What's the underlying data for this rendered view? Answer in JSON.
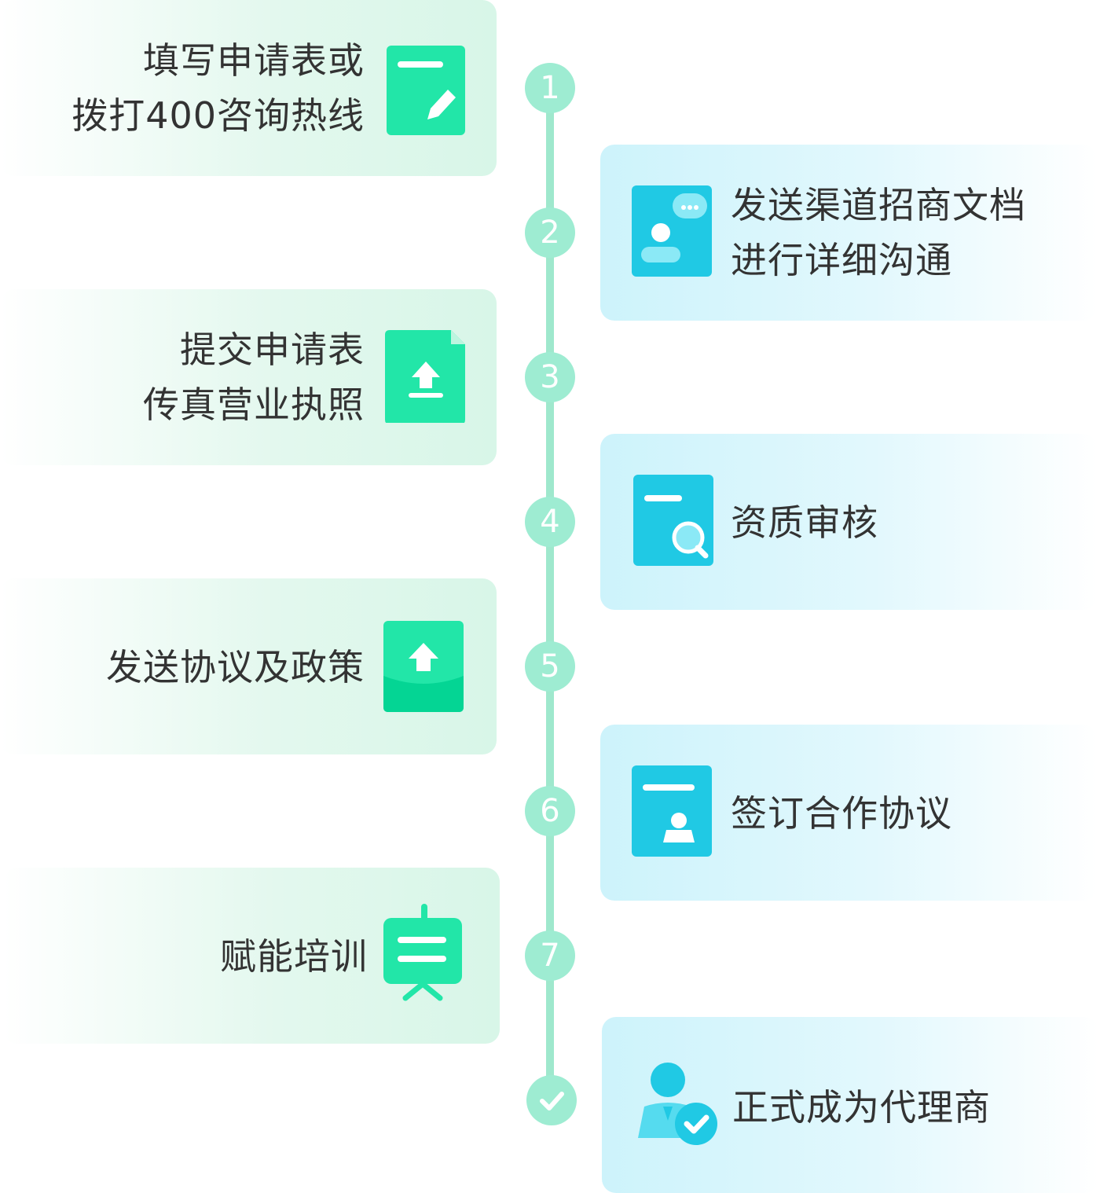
{
  "steps": [
    {
      "number": "1",
      "lines": [
        "填写申请表或",
        "拨打400咨询热线"
      ],
      "side": "left",
      "icon": "edit-form-icon"
    },
    {
      "number": "2",
      "lines": [
        "发送渠道招商文档",
        "进行详细沟通"
      ],
      "side": "right",
      "icon": "contact-chat-icon"
    },
    {
      "number": "3",
      "lines": [
        "提交申请表",
        "传真营业执照"
      ],
      "side": "left",
      "icon": "upload-file-icon"
    },
    {
      "number": "4",
      "lines": [
        "资质审核"
      ],
      "side": "right",
      "icon": "document-search-icon"
    },
    {
      "number": "5",
      "lines": [
        "发送协议及政策"
      ],
      "side": "left",
      "icon": "envelope-send-icon"
    },
    {
      "number": "6",
      "lines": [
        "签订合作协议"
      ],
      "side": "right",
      "icon": "contract-sign-icon"
    },
    {
      "number": "7",
      "lines": [
        "赋能培训"
      ],
      "side": "left",
      "icon": "training-board-icon"
    },
    {
      "number": "",
      "lines": [
        "正式成为代理商"
      ],
      "side": "right",
      "icon": "agent-verified-icon"
    }
  ],
  "colors": {
    "green": "#22e6a8",
    "cyan": "#20c9e4",
    "line": "#9fe8cd",
    "text": "#333333"
  }
}
